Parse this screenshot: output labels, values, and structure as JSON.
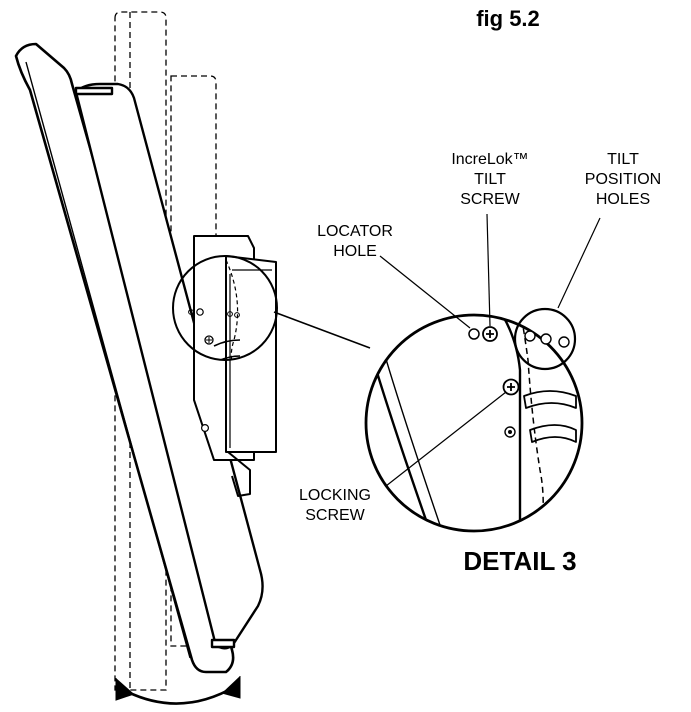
{
  "figure_label": "fig 5.2",
  "detail_label": "DETAIL 3",
  "callouts": {
    "increlok": [
      "IncreLok™",
      "TILT",
      "SCREW"
    ],
    "tilt_holes": [
      "TILT",
      "POSITION",
      "HOLES"
    ],
    "locator": [
      "LOCATOR",
      "HOLE"
    ],
    "locking": [
      "LOCKING",
      "SCREW"
    ]
  },
  "colors": {
    "ink": "#000000",
    "paper": "#ffffff"
  }
}
